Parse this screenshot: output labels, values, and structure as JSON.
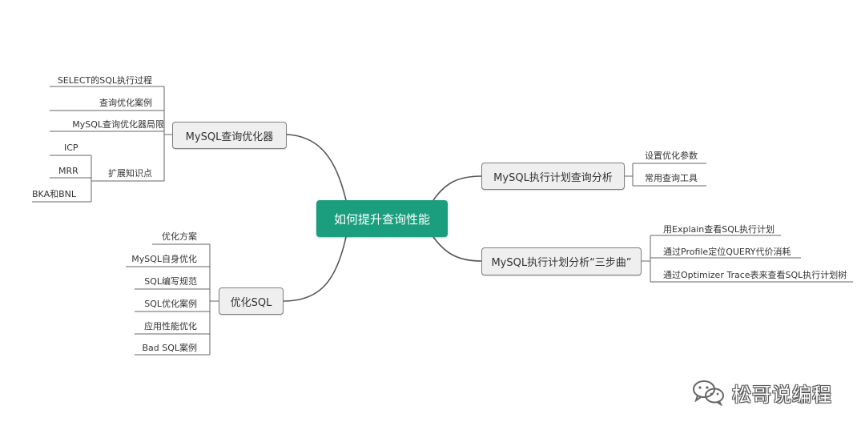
{
  "root": {
    "label": "如何提升查询性能"
  },
  "branches": {
    "optimizer": {
      "label": "MySQL查询优化器",
      "children": [
        "SELECT的SQL执行过程",
        "查询优化案例",
        "MySQL查询优化器局限",
        "扩展知识点"
      ],
      "ext_children": [
        "ICP",
        "MRR",
        "BKA和BNL"
      ]
    },
    "optimize_sql": {
      "label": "优化SQL",
      "children": [
        "优化方案",
        "MySQL自身优化",
        "SQL编写规范",
        "SQL优化案例",
        "应用性能优化",
        "Bad SQL案例"
      ]
    },
    "exec_plan": {
      "label": "MySQL执行计划查询分析",
      "children": [
        "设置优化参数",
        "常用查询工具"
      ]
    },
    "three_steps": {
      "label": "MySQL执行计划分析“三步曲”",
      "children": [
        "用Explain查看SQL执行计划",
        "通过Profile定位QUERY代价消耗",
        "通过Optimizer Trace表来查看SQL执行计划树"
      ]
    }
  },
  "watermark": {
    "text": "松哥说编程",
    "icon": "wechat-icon"
  },
  "colors": {
    "root_bg": "#1a9e7e",
    "branch_bg": "#efefef",
    "line": "#555555"
  }
}
